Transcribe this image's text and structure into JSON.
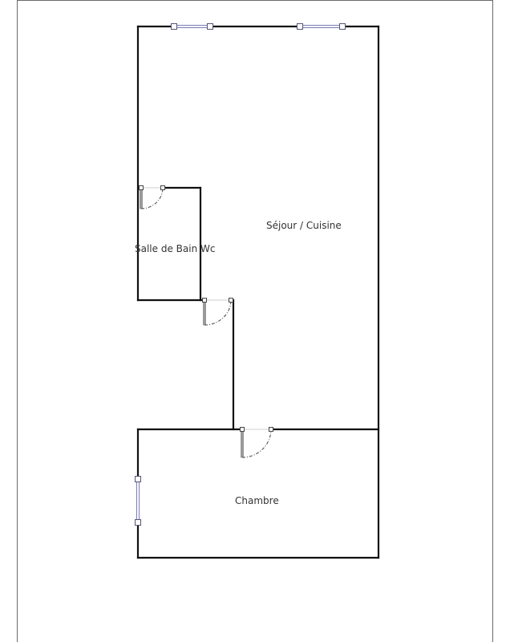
{
  "plan": {
    "rooms": [
      {
        "id": "sejour",
        "label": "Séjour / Cuisine"
      },
      {
        "id": "sdb",
        "label": "Salle de Bain Wc"
      },
      {
        "id": "chambre",
        "label": "Chambre"
      }
    ],
    "colors": {
      "wall": "#111111",
      "window": "#7a7ab8",
      "door_leaf": "#7a7a7a",
      "door_swing": "#555555",
      "frame": "#6a6a6a"
    }
  }
}
